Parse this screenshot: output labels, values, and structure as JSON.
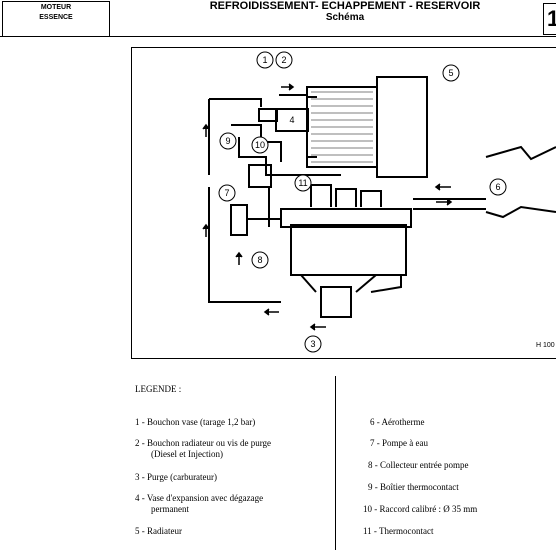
{
  "header": {
    "category_line1": "MOTEUR",
    "category_line2": "ESSENCE",
    "title": "REFROIDISSEMENT- ECHAPPEMENT - RESERVOIR",
    "subtitle": "Schéma",
    "page_number": "1"
  },
  "diagram": {
    "callouts": [
      "1",
      "2",
      "3",
      "4",
      "5",
      "6",
      "7",
      "8",
      "9",
      "10",
      "11"
    ],
    "reference": "H 100"
  },
  "legend": {
    "title": "LEGENDE :",
    "left_items": [
      {
        "line1": "1 - Bouchon vase (tarage 1,2 bar)",
        "line2": ""
      },
      {
        "line1": "2 - Bouchon radiateur ou vis de purge",
        "line2": "(Diesel et Injection)"
      },
      {
        "line1": "3 - Purge (carburateur)",
        "line2": ""
      },
      {
        "line1": "4 - Vase d'expansion avec dégazage",
        "line2": "permanent"
      },
      {
        "line1": "5 - Radiateur",
        "line2": ""
      }
    ],
    "right_items": [
      "6 - Aérotherme",
      "7 - Pompe à eau",
      "8 - Collecteur entrée pompe",
      "9 - Boîtier thermocontact",
      "10 - Raccord calibré : Ø 35 mm",
      "11 - Thermocontact"
    ]
  }
}
